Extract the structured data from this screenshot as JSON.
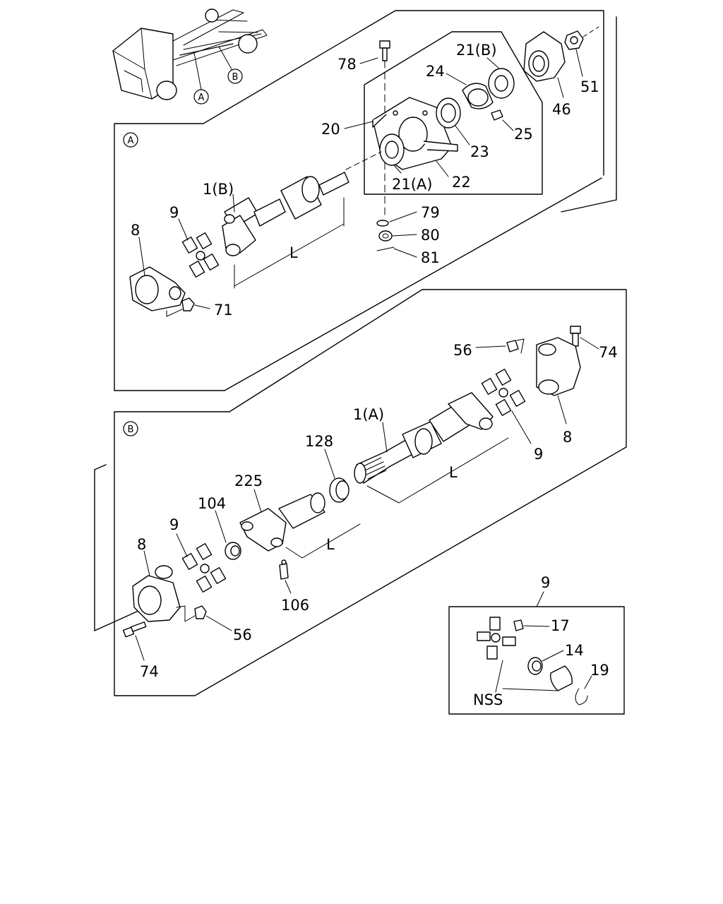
{
  "labels": {
    "p78": "78",
    "p21b": "21(B)",
    "p24": "24",
    "p51": "51",
    "p46": "46",
    "p20": "20",
    "p25": "25",
    "p23": "23",
    "p22": "22",
    "p21a": "21(A)",
    "p1b": "1(B)",
    "p9_a": "9",
    "p8_a": "8",
    "p79": "79",
    "p80": "80",
    "p81": "81",
    "p71": "71",
    "pL_a": "L",
    "p56_r": "56",
    "p74_r": "74",
    "p1a": "1(A)",
    "p128": "128",
    "p9_r": "9",
    "p8_r": "8",
    "pL_b1": "L",
    "p225": "225",
    "p104": "104",
    "p9_b": "9",
    "p8_b": "8",
    "pL_b2": "L",
    "p106": "106",
    "p56_b": "56",
    "p74_b": "74",
    "p9_inset": "9",
    "p17": "17",
    "p14": "14",
    "p19": "19",
    "nss": "NSS"
  },
  "callouts": {
    "A": "A",
    "B": "B",
    "A_truck": "A",
    "B_truck": "B"
  }
}
